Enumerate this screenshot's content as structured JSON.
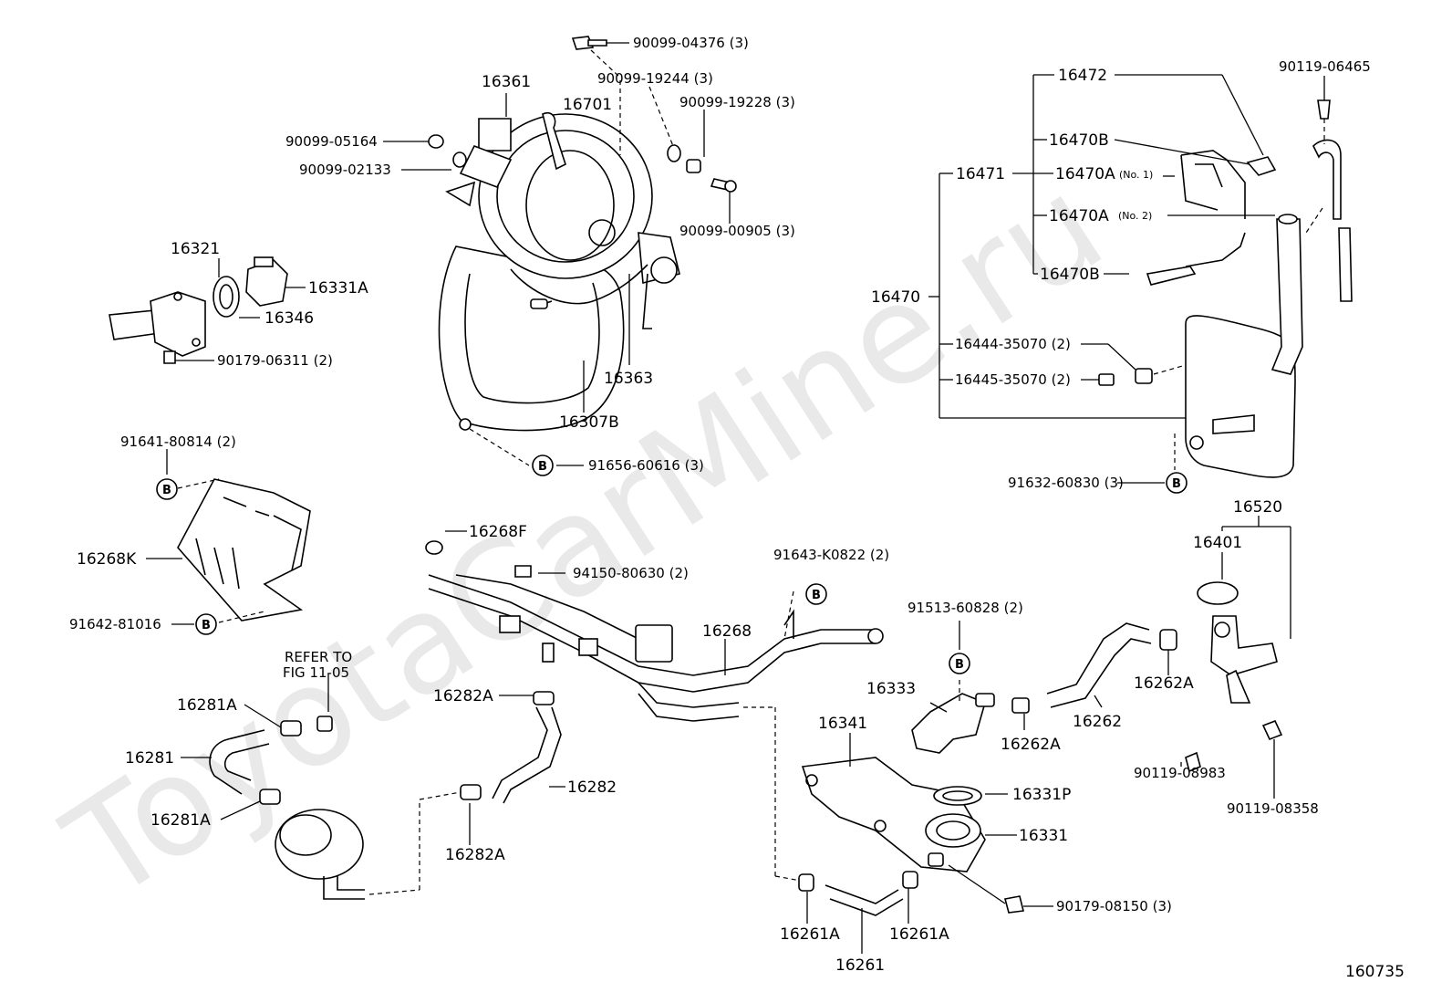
{
  "watermark": "ToyotaCarMine.ru",
  "figure_number": "160735",
  "callout_letter": "B",
  "refer_note": {
    "line1": "REFER TO",
    "line2": "FIG 11-05"
  },
  "labels": {
    "p90099_04376": "90099-04376 (3)",
    "p90099_19244": "90099-19244 (3)",
    "p90099_19228": "90099-19228 (3)",
    "p16361": "16361",
    "p16701": "16701",
    "p90099_05164": "90099-05164",
    "p90099_02133": "90099-02133",
    "p90099_00905": "90099-00905 (3)",
    "p16363": "16363",
    "p16307B": "16307B",
    "p91656_60616": "91656-60616 (3)",
    "p16321": "16321",
    "p16331A": "16331A",
    "p16346": "16346",
    "p90179_06311": "90179-06311 (2)",
    "p16472": "16472",
    "p90119_06465": "90119-06465",
    "p16470B_top": "16470B",
    "p16471": "16471",
    "p16470A_1": "16470A",
    "no1": "(No. 1)",
    "p16470A_2": "16470A",
    "no2": "(No. 2)",
    "p16470B_bot": "16470B",
    "p16470": "16470",
    "p16444": "16444-35070 (2)",
    "p16445": "16445-35070 (2)",
    "p91632": "91632-60830 (3)",
    "p91641": "91641-80814 (2)",
    "p16268K": "16268K",
    "p91642": "91642-81016",
    "p16268F": "16268F",
    "p94150": "94150-80630 (2)",
    "p91643": "91643-K0822 (2)",
    "p16268": "16268",
    "p16520": "16520",
    "p16401": "16401",
    "p91513": "91513-60828 (2)",
    "p16333": "16333",
    "p16262A_r": "16262A",
    "p16262A_l": "16262A",
    "p16262": "16262",
    "p16281A_t": "16281A",
    "p16281": "16281",
    "p16281A_b": "16281A",
    "p16282A_t": "16282A",
    "p16282": "16282",
    "p16282A_b": "16282A",
    "p16341": "16341",
    "p16331P": "16331P",
    "p16331": "16331",
    "p90119_08983": "90119-08983",
    "p90119_08358": "90119-08358",
    "p90179_08150": "90179-08150 (3)",
    "p16261A_l": "16261A",
    "p16261A_r": "16261A",
    "p16261": "16261"
  }
}
